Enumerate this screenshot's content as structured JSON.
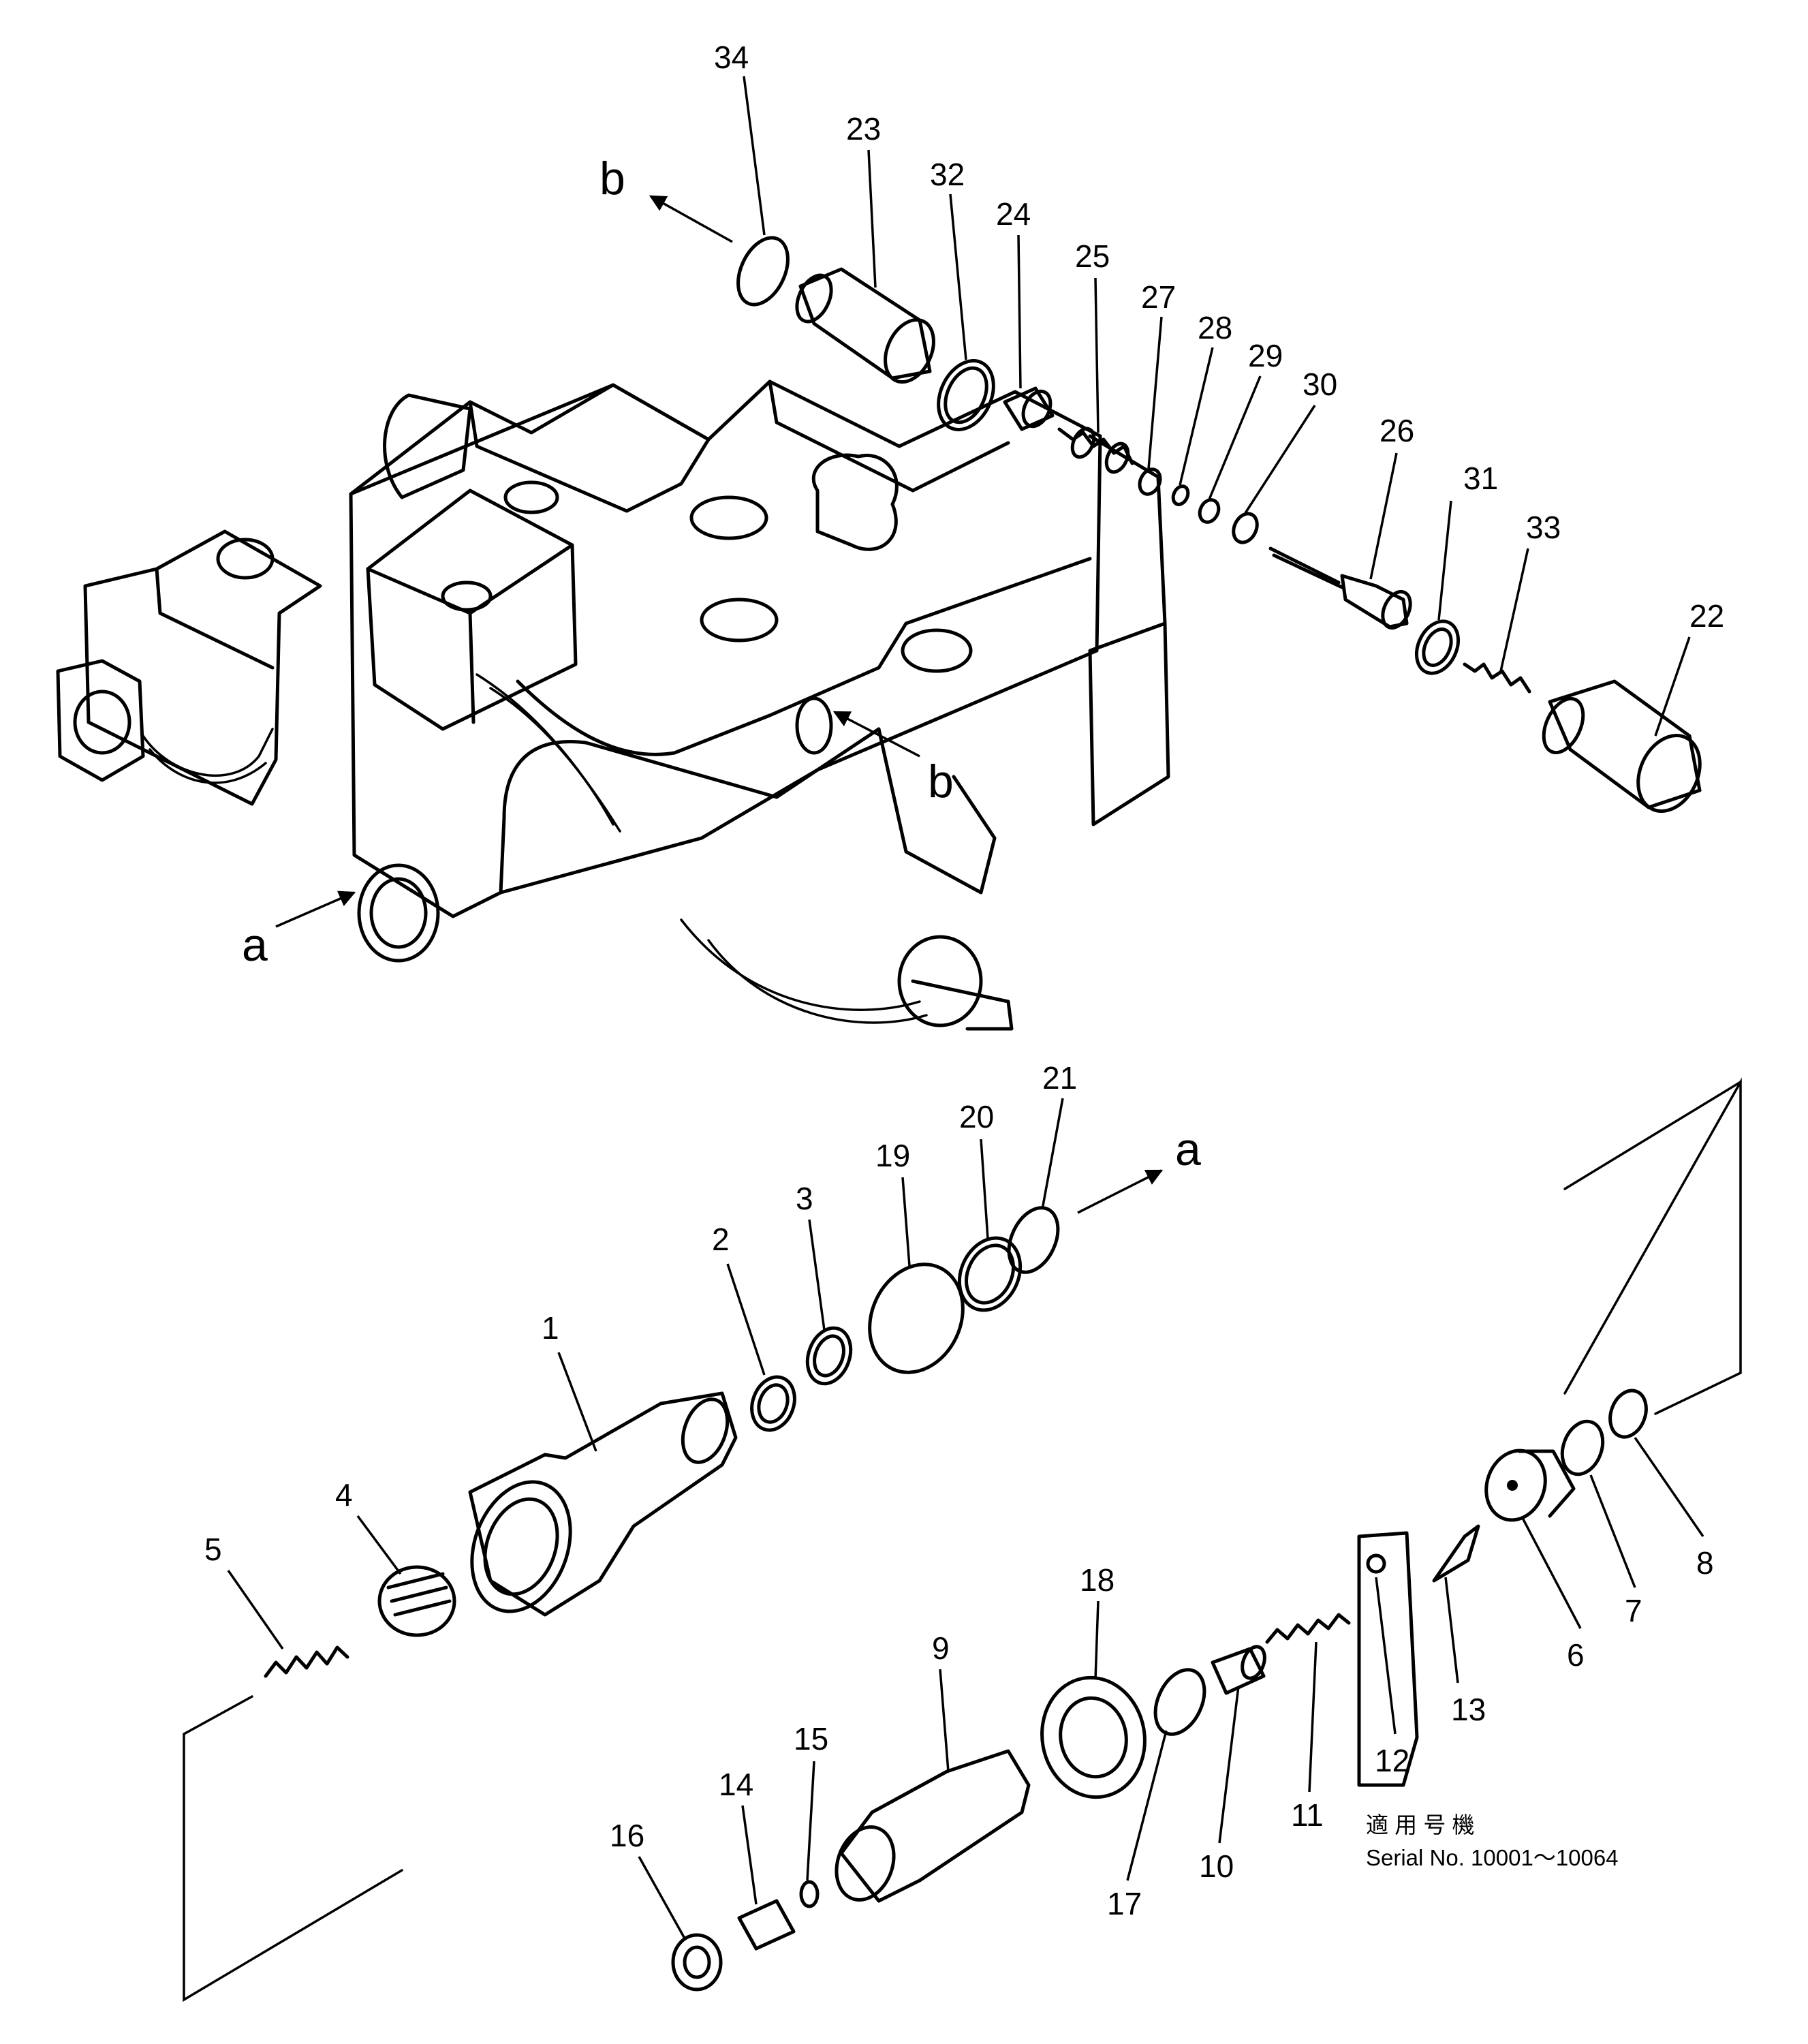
{
  "callouts": [
    "34",
    "23",
    "32",
    "24",
    "25",
    "27",
    "28",
    "29",
    "30",
    "26",
    "31",
    "33",
    "22",
    "1",
    "2",
    "3",
    "19",
    "20",
    "21",
    "4",
    "5",
    "18",
    "9",
    "15",
    "14",
    "16",
    "17",
    "10",
    "11",
    "12",
    "13",
    "6",
    "7",
    "8"
  ],
  "port_labels": {
    "a": "a",
    "b": "b"
  },
  "serial_note": {
    "japanese": "適 用 号 機",
    "english": "Serial No. 10001～10064"
  }
}
